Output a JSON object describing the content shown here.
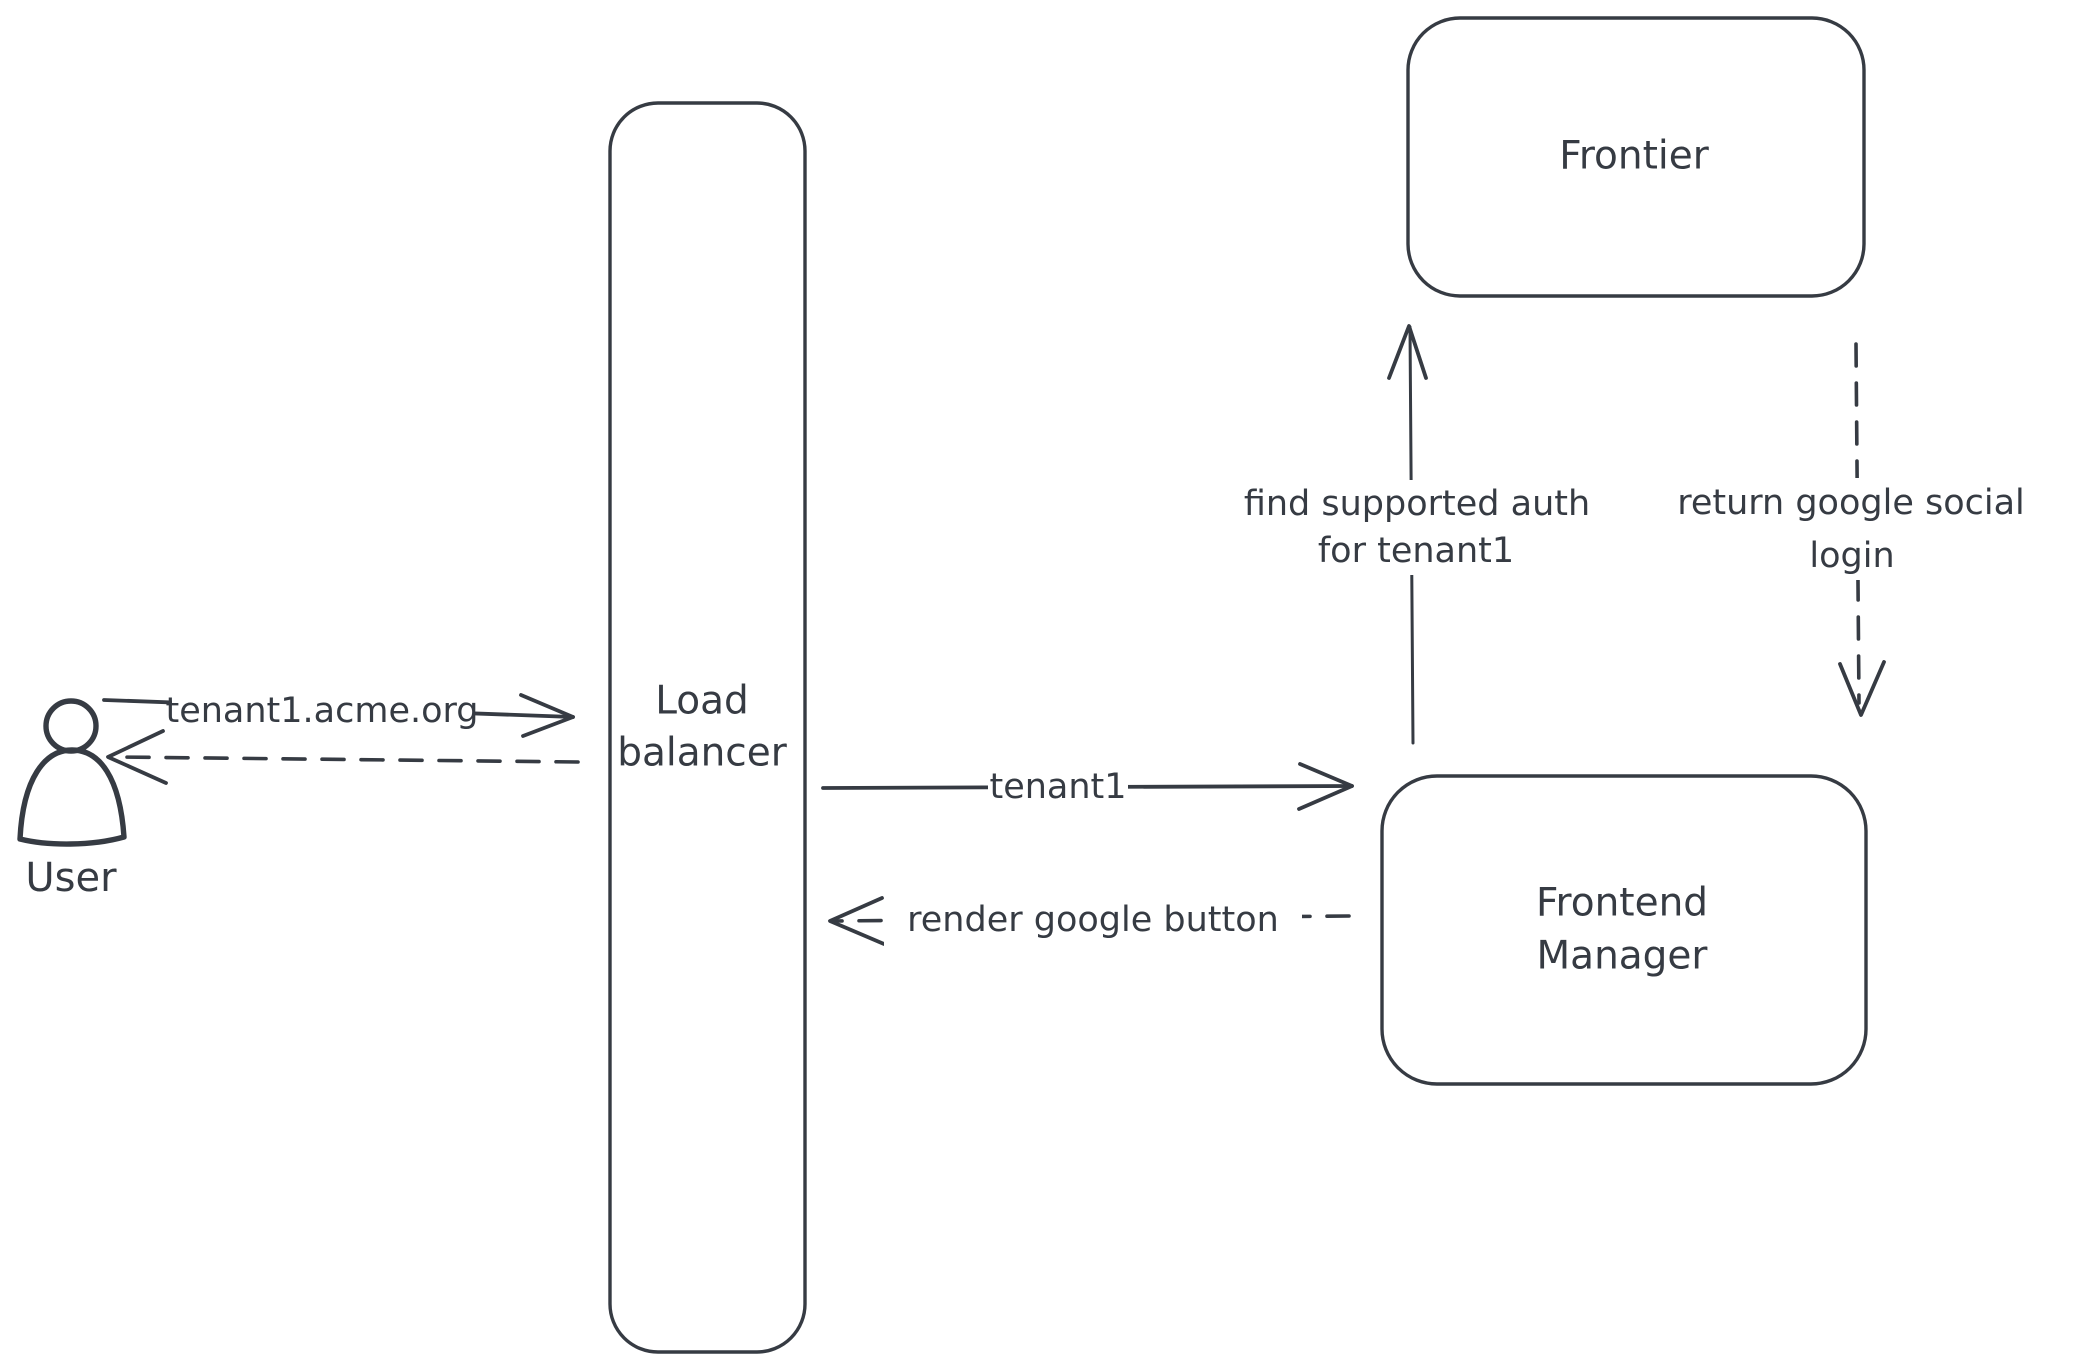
{
  "diagram": {
    "stroke_color": "#363b43",
    "fill_pattern_color": "#c9cfd8",
    "background_color": "#ffffff",
    "actor": {
      "label": "User"
    },
    "nodes": {
      "load_balancer": {
        "lines": [
          "Load",
          "balancer"
        ]
      },
      "frontier": {
        "label": "Frontier"
      },
      "frontend_manager": {
        "lines": [
          "Frontend",
          "Manager"
        ]
      }
    },
    "edges": {
      "user_to_load_balancer": {
        "label": "tenant1.acme.org",
        "style": "solid",
        "direction": "right"
      },
      "load_balancer_to_user": {
        "label": "",
        "style": "dashed",
        "direction": "left"
      },
      "load_balancer_to_frontend_manager": {
        "label": "tenant1",
        "style": "solid",
        "direction": "right"
      },
      "frontend_manager_to_load_balancer": {
        "label": "render google button",
        "style": "dashed",
        "direction": "left"
      },
      "frontend_manager_to_frontier": {
        "lines": [
          "find supported auth",
          "for tenant1"
        ],
        "style": "solid",
        "direction": "up"
      },
      "frontier_to_frontend_manager": {
        "lines": [
          "return google social",
          "login"
        ],
        "style": "dashed",
        "direction": "down"
      }
    }
  }
}
